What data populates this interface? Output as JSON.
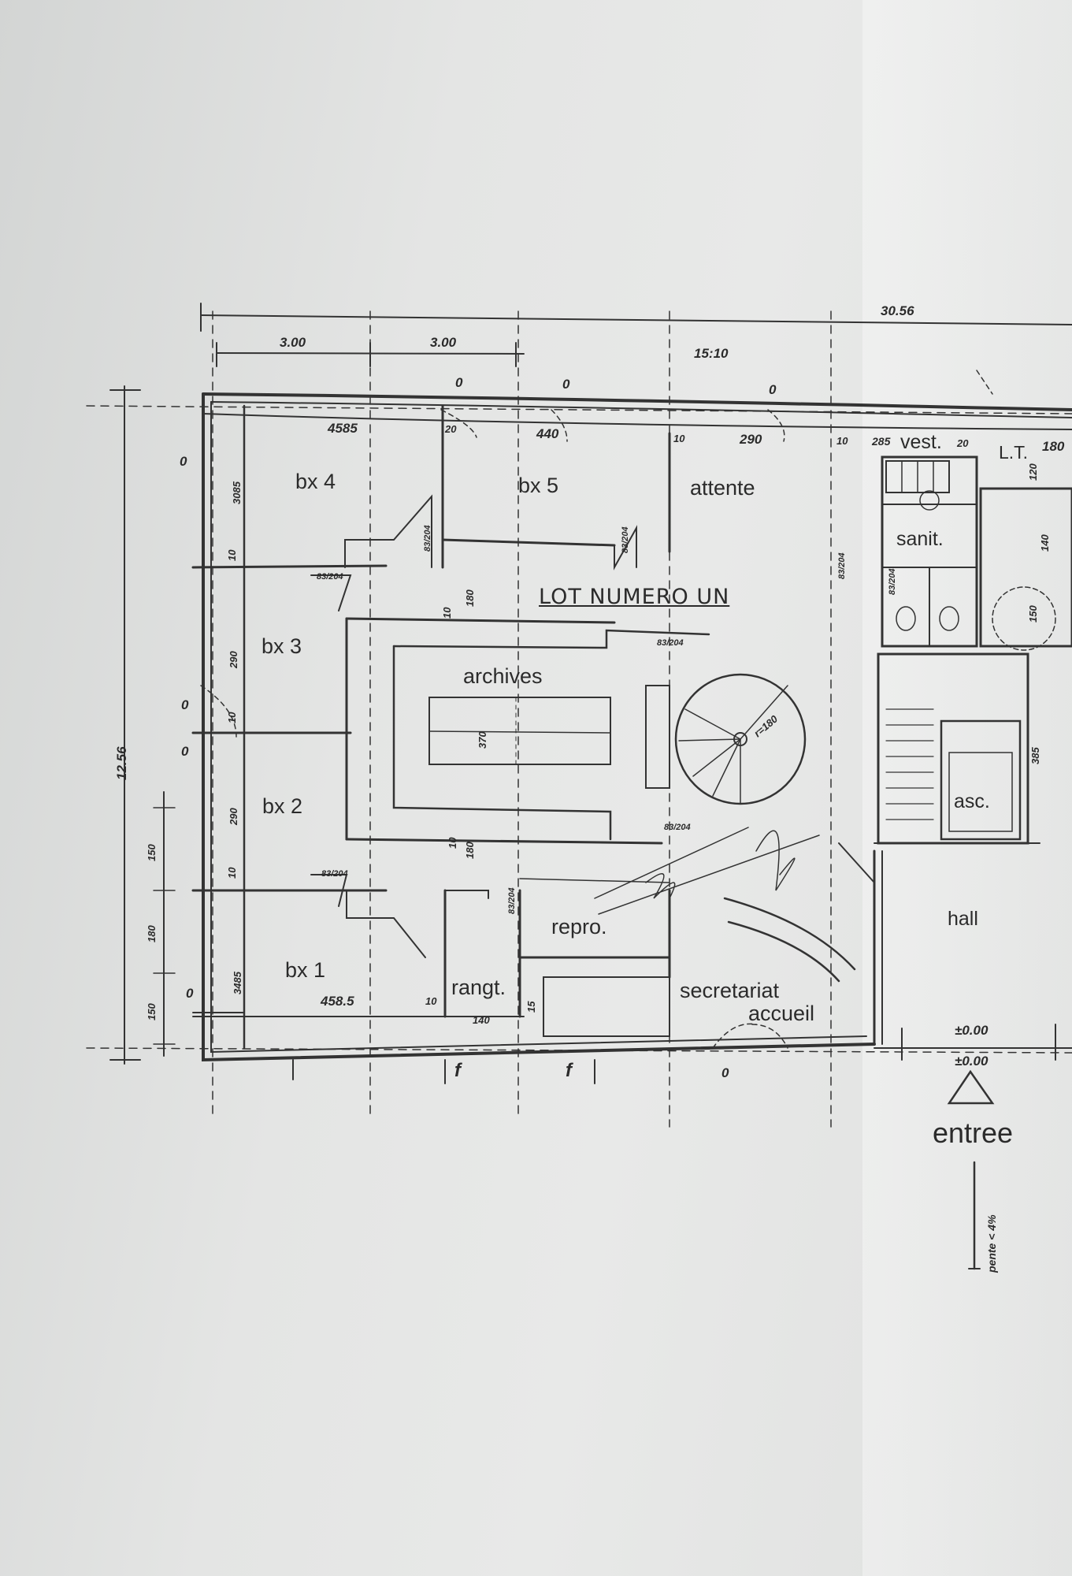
{
  "plan": {
    "title": "LOT NUMERO UN",
    "rooms": {
      "bx4": "bx 4",
      "bx5": "bx 5",
      "attente": "attente",
      "bx3": "bx 3",
      "archives": "archives",
      "bx2": "bx 2",
      "bx1": "bx 1",
      "repro": "repro.",
      "rangt": "rangt.",
      "secretariat": "secretariat",
      "accueil": "accueil",
      "vest": "vest.",
      "lt": "L.T.",
      "sanit": "sanit.",
      "asc": "asc.",
      "hall": "hall",
      "entree": "entree"
    },
    "dimensions": {
      "overall_width": "30.56",
      "overall_height": "12.56",
      "bay1": "3.00",
      "bay2": "3.00",
      "scale_note": "15:10",
      "d4585_top": "4585",
      "d4585_bottom": "458.5",
      "d440": "440",
      "d290": "290",
      "d285": "285",
      "d180_right": "180",
      "d120": "120",
      "d140_right": "140",
      "d150": "150",
      "d385": "385",
      "d3085": "3085",
      "d290_left_a": "290",
      "d290_left_b": "290",
      "d3485": "3485",
      "d150_side": "150",
      "d180_side": "180",
      "d150_side_b": "150",
      "d10_a": "10",
      "d10_b": "10",
      "d10_c": "10",
      "d10_d": "10",
      "d10_e": "10",
      "d10_f": "10",
      "d20_a": "20",
      "d20_b": "20",
      "d10_g": "10",
      "d15": "15",
      "d140": "140",
      "d180_center_a": "180",
      "d180_center_b": "180",
      "d10_center": "10",
      "d370": "370",
      "stair_r": "r=180",
      "door_83_204_a": "83/204",
      "door_83_204_b": "83/204",
      "door_83_204_c": "83/204",
      "door_83_204_d": "83/204",
      "door_83_204_e": "83/204",
      "door_83_204_f": "83/204",
      "door_83_204_g": "83/204",
      "door_83_204_h": "83/204",
      "door_83_204_i": "83/204",
      "level_a": "±0.00",
      "level_b": "±0.00",
      "pente": "pente < 4%",
      "zero_marks": [
        "0",
        "0",
        "0",
        "0",
        "0",
        "0",
        "0",
        "0"
      ],
      "f_marks": [
        "f",
        "f"
      ]
    },
    "colors": {
      "ink": "#2b2b2b",
      "paper": "#e4e5e4"
    }
  }
}
